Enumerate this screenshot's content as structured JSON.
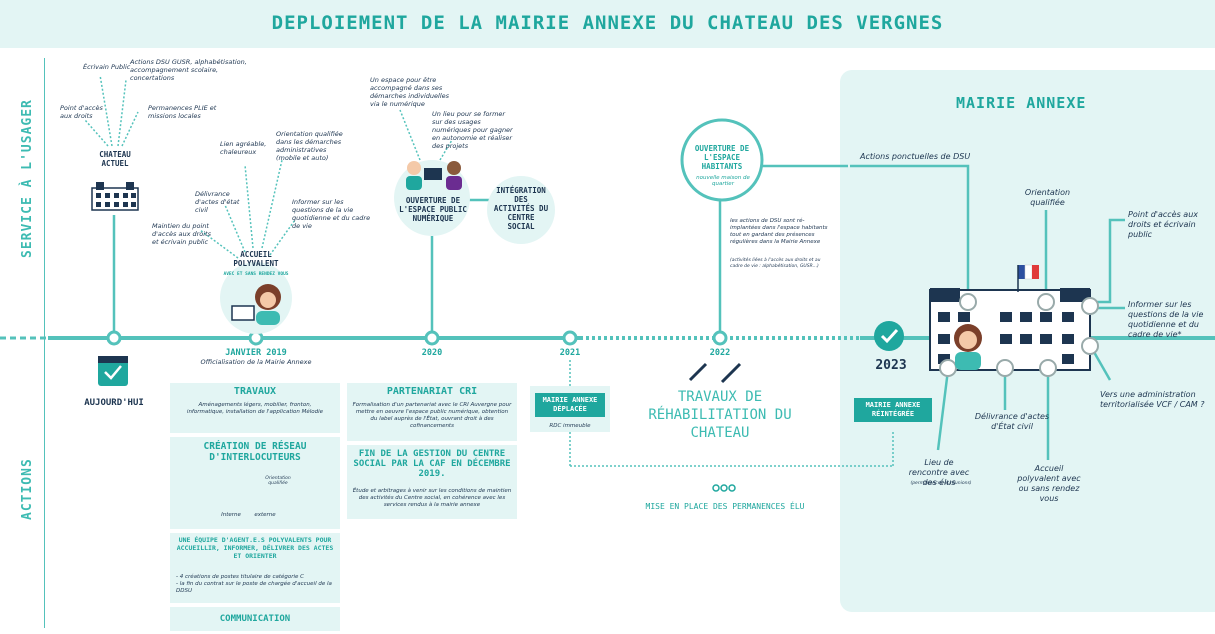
{
  "title": "DEPLOIEMENT DE LA MAIRIE ANNEXE DU CHATEAU DES VERGNES",
  "side_labels": {
    "service": "SERVICE À L'USAGER",
    "actions": "ACTIONS"
  },
  "chateau_actuel": {
    "label": "CHATEAU ACTUEL",
    "notes": {
      "ecrivain": "Écrivain Public",
      "dsu": "Actions DSU GUSR, alphabétisation, accompagnement scolaire, concertations",
      "point": "Point d'accès aux droits",
      "permanences": "Permanences PLIE et missions locales"
    }
  },
  "accueil": {
    "label": "ACCUEIL POLYVALENT",
    "sub": "AVEC ET SANS RENDEZ VOUS",
    "notes": {
      "lien": "Lien agréable, chaleureux",
      "orientation": "Orientation qualifiée dans les démarches administratives (mobile et auto)",
      "delivrance": "Délivrance d'actes d'état civil",
      "informer": "Informer sur les questions de la vie quotidienne et du cadre de vie",
      "maintien": "Maintien du point d'accès aux droits et écrivain public"
    }
  },
  "espace_public": {
    "label": "OUVERTURE DE L'ESPACE PUBLIC NUMÉRIQUE",
    "notes": {
      "accompagne": "Un espace pour être accompagné dans ses démarches individuelles via le numérique",
      "former": "Un lieu pour se former sur des usages numériques pour gagner en autonomie et réaliser des projets"
    }
  },
  "integration": "INTÉGRATION DES ACTIVITÉS DU CENTRE SOCIAL",
  "espace_habitants": {
    "label": "OUVERTURE DE L'ESPACE HABITANTS",
    "sub": "nouvelle maison de quartier",
    "note": "les actions de DSU sont ré-implantées dans l'espace habitants tout en gardant des présences régulières dans la Mairie Annexe",
    "note2": "(activités liées à l'accès aux droits et au cadre de vie : alphabétisation, GUSR...)"
  },
  "timeline": {
    "aujourdhui": "AUJOURD'HUI",
    "janvier": "JANVIER 2019",
    "janvier_sub": "Officialisation de la Mairie Annexe",
    "y2020": "2020",
    "y2021": "2021",
    "y2022": "2022",
    "y2023": "2023"
  },
  "actions": {
    "travaux": {
      "title": "TRAVAUX",
      "text": "Aménagements légers, mobilier, fronton, informatique, installation de l'application Mélodie"
    },
    "reseau": {
      "title": "CRÉATION DE RÉSEAU D'INTERLOCUTEURS",
      "orient": "Orientation qualifiée",
      "interne": "Interne",
      "externe": "externe"
    },
    "equipe": {
      "title": "UNE ÉQUIPE D'AGENT.E.S POLYVALENTS POUR ACCUEILLIR, INFORMER, DÉLIVRER DES ACTES ET ORIENTER",
      "line1": "- 4 créations de postes titulaire de catégorie C",
      "line2": "- la fin du contrat sur le poste de chargée d'accueil de la DDSU"
    },
    "communication": "COMMUNICATION",
    "partenariat": {
      "title": "PARTENARIAT CRI",
      "text": "Formalisation d'un partenariat avec le CRI Auvergne pour mettre en oeuvre l'espace public numérique, obtention du label auprès de l'État, ouvrant droit à des cofinancements"
    },
    "fin_gestion": {
      "title": "FIN DE LA GESTION DU CENTRE SOCIAL PAR LA CAF EN DÉCEMBRE 2019.",
      "text": "Étude et arbitrages à venir sur les conditions de maintien des activités du Centre social, en cohérence avec les services rendus à la mairie annexe"
    },
    "deplacee": {
      "badge": "MAIRIE ANNEXE DÉPLACÉE",
      "sub": "RDC immeuble"
    },
    "travaux_rehab": "TRAVAUX DE RÉHABILITATION DU CHATEAU",
    "permanences": "MISE EN PLACE DES PERMANENCES ÉLU",
    "reintegree": "MAIRIE ANNEXE RÉINTÉGRÉE"
  },
  "mairie_annexe": {
    "title": "MAIRIE ANNEXE",
    "notes": {
      "dsu": "Actions ponctuelles de DSU",
      "orientation": "Orientation qualifiée",
      "point": "Point d'accès aux droits et écrivain public",
      "informer": "Informer sur les questions de la vie quotidienne et du cadre de vie*",
      "vers": "Vers une administration territorialisée VCF / CAM ?",
      "delivrance": "Délivrance d'actes d'État civil",
      "lieu": "Lieu de rencontre avec des élus",
      "lieu_sub": "(permanences et réunions)",
      "accueil": "Accueil polyvalent avec ou sans rendez vous"
    }
  },
  "colors": {
    "teal": "#1fa79e",
    "light": "#e3f5f4",
    "dark": "#1d3550",
    "line": "#54c2bb"
  }
}
